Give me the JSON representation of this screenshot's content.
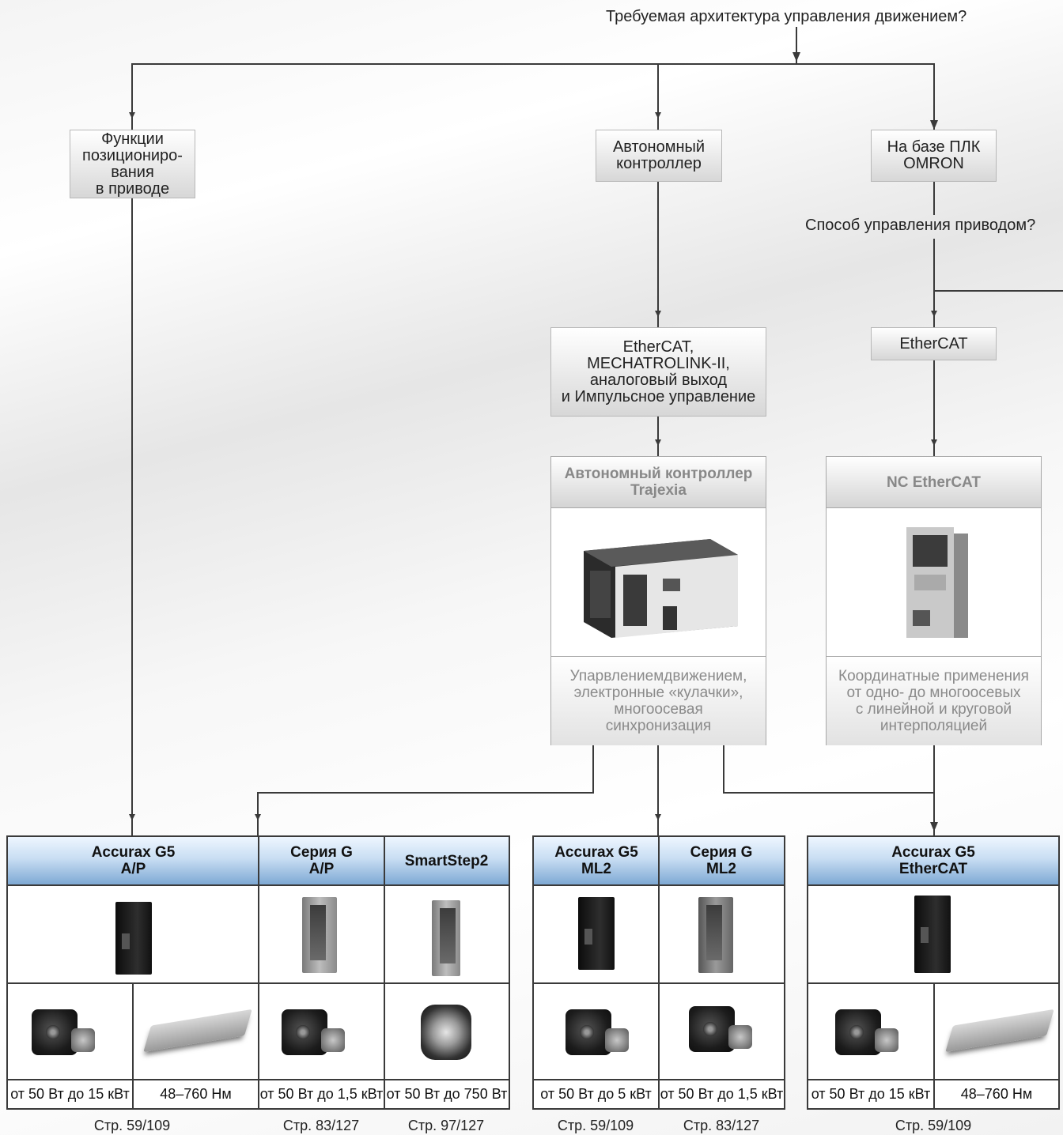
{
  "top_question": "Требуемая архитектура управления движением?",
  "branch_left": "Функции позициониро- вания в приводе",
  "branch_left_lines": [
    "Функции",
    "позициониро-",
    "вания",
    "в приводе"
  ],
  "branch_mid_lines": [
    "Автономный",
    "контроллер"
  ],
  "branch_right_lines": [
    "На базе ПЛК",
    "OMRON"
  ],
  "drive_question": "Способ управления приводом?",
  "mid_interface_lines": [
    "EtherCAT,",
    "MECHATROLINK-II,",
    "аналоговый выход",
    "и Импульсное управление"
  ],
  "right_interface": "EtherCAT",
  "controllers": [
    {
      "title_lines": [
        "Автономный контроллер",
        "Trajexia"
      ],
      "desc_lines": [
        "Упарвлениемдвижением,",
        "электронные «кулачки»,",
        "многоосевая",
        "синхронизация"
      ],
      "icon": "trajexia-controller-photo"
    },
    {
      "title_lines": [
        "NC EtherCAT"
      ],
      "desc_lines": [
        "Координатные применения",
        "от одно- до многоосевых",
        "с линейной и круговой",
        "интерполяцией"
      ],
      "icon": "nc-ethercat-module-photo"
    }
  ],
  "products": [
    {
      "title_lines": [
        "Accurax G5",
        "A/P"
      ],
      "ratings": [
        "от 50 Вт до 15 кВт",
        "48–760 Нм"
      ],
      "page": "Стр. 59/109"
    },
    {
      "title_lines": [
        "Серия G",
        "A/P"
      ],
      "ratings": [
        "от 50 Вт до 1,5 кВт"
      ],
      "page": "Стр. 83/127"
    },
    {
      "title_lines": [
        "SmartStep2"
      ],
      "ratings": [
        "от 50 Вт до 750 Вт"
      ],
      "page": "Стр. 97/127"
    },
    {
      "title_lines": [
        "Accurax G5",
        "ML2"
      ],
      "ratings": [
        "от 50 Вт до 5 кВт"
      ],
      "page": "Стр. 59/109"
    },
    {
      "title_lines": [
        "Серия G",
        "ML2"
      ],
      "ratings": [
        "от 50 Вт до 1,5 кВт"
      ],
      "page": "Стр. 83/127"
    },
    {
      "title_lines": [
        "Accurax G5",
        "EtherCAT"
      ],
      "ratings": [
        "от 50 Вт до 15 кВт",
        "48–760 Нм"
      ],
      "page": "Стр. 59/109"
    }
  ],
  "colors": {
    "header_blue": "#7ea9d4",
    "line": "#3a3a3a",
    "muted_text": "#8a8a8a"
  }
}
